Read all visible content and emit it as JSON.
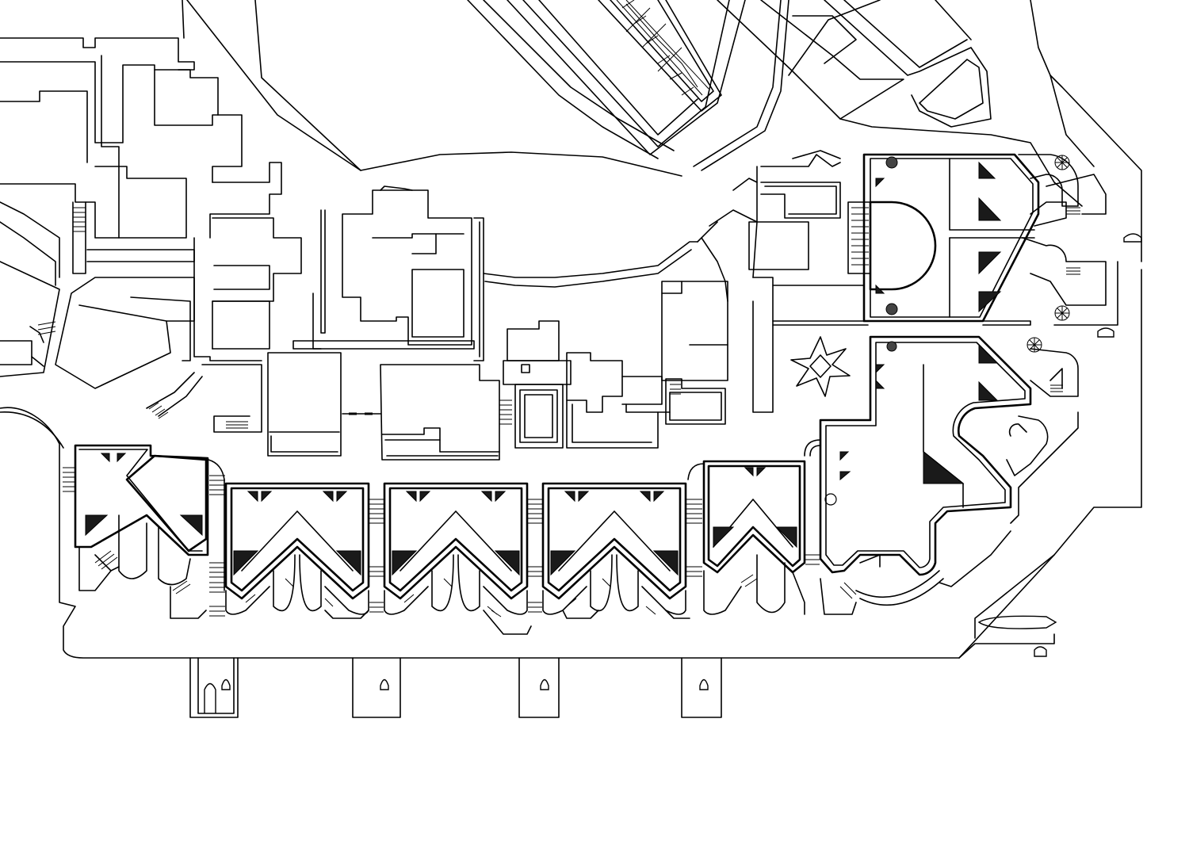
{
  "drawing": {
    "kind": "site-plan",
    "colors": {
      "line": "#000000",
      "background": "#ffffff",
      "hatch": "#1a1a1a"
    },
    "icons": [
      "compass-rose-icon",
      "spiral-stair-icon",
      "boat-icon"
    ],
    "jetties": 4,
    "main_pavilions": 3,
    "spiral_stairs": 4
  }
}
